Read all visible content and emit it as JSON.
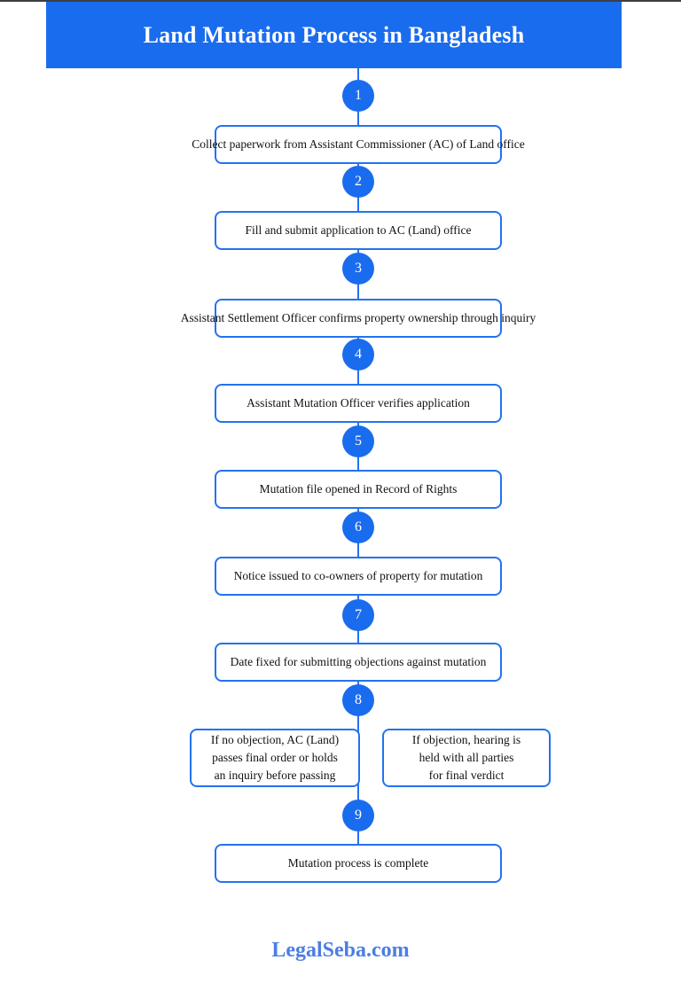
{
  "header": {
    "title": "Land Mutation Process in Bangladesh"
  },
  "steps": [
    {
      "number": "1",
      "label": "Collect paperwork from Assistant Commissioner (AC) of Land office"
    },
    {
      "number": "2",
      "label": "Fill and submit application to AC (Land) office"
    },
    {
      "number": "3",
      "label": "Assistant Settlement Officer confirms property ownership through inquiry"
    },
    {
      "number": "4",
      "label": "Assistant Mutation Officer verifies application"
    },
    {
      "number": "5",
      "label": "Mutation file opened in Record of Rights"
    },
    {
      "number": "6",
      "label": "Notice issued to co-owners of property for mutation"
    },
    {
      "number": "7",
      "label": "Date fixed for submitting objections against mutation"
    },
    {
      "number": "8",
      "branches": [
        {
          "label": "If no objection, AC (Land)\npasses final order or holds\nan inquiry before passing"
        },
        {
          "label": "If objection, hearing is\nheld with all parties\nfor final verdict"
        }
      ]
    },
    {
      "number": "9",
      "label": "Mutation process is complete"
    }
  ],
  "footer": {
    "brand": "LegalSeba.com"
  },
  "colors": {
    "primary_blue": "#1a6cee",
    "box_border_blue": "#2273f0",
    "brand_blue": "#4c7ee2",
    "top_border": "#3c4043",
    "text": "#111111",
    "background": "#ffffff"
  }
}
